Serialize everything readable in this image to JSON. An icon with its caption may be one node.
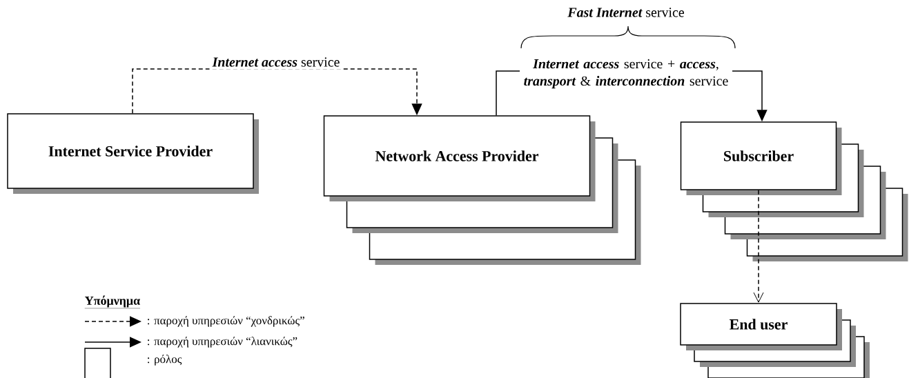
{
  "diagram": {
    "nodes": [
      {
        "text": [
          "Internet Service Provider"
        ]
      },
      {
        "text": [
          "Network Access Provider"
        ]
      },
      {
        "text": [
          "Subscriber"
        ]
      },
      {
        "text": [
          "End user"
        ]
      }
    ],
    "edges": [
      {
        "from": 0,
        "to": 1,
        "arrow": "to",
        "style": "dashed",
        "label": "**Internet access** service"
      },
      {
        "from": 1,
        "to": 2,
        "arrow": "to",
        "label": "**Internet access** service + **access**, **transport** & **interconnection** service"
      },
      {
        "from": 2,
        "to": 3,
        "arrow": "to",
        "style": "dashed"
      }
    ],
    "labels": [
      "**Fast Internet** service",
      "Υπόμνημα"
    ],
    "legend": [
      {
        "text": ": παροχή υπηρεσιών “χονδρικώς”"
      },
      {
        "text": ": παροχή υπηρεσιών “λιανικώς”"
      },
      {
        "text": ": ρόλος"
      }
    ]
  }
}
